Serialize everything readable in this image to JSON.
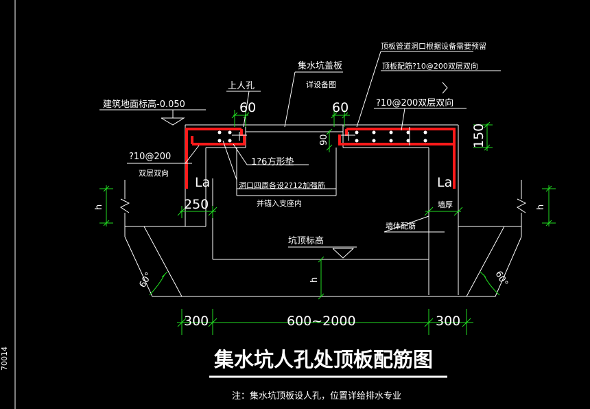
{
  "title": "集水坑人孔处顶板配筋图",
  "note": "注：集水坑顶板设人孔，位置详给排水专业",
  "side_number": "70014",
  "labels": {
    "floor_elev": "建筑地面标高-0.050",
    "manhole": "上人孔",
    "cover_1": "集水坑盖板",
    "cover_2": "详设备图",
    "pipe_note": "顶板管道洞口根据设备需要预留",
    "slab_reinf": "顶板配筋?10@200双层双向",
    "rebar_right": "?10@200双层双向",
    "rebar_left_1": "?10@200",
    "rebar_left_2": "双层双向",
    "square_pad": "1?6方形垫",
    "hole_reinf_1": "洞口四周各设2?12加强筋",
    "hole_reinf_2": "并锚入支座内",
    "la_left": "La",
    "la_right": "La",
    "wall_thk": "墙厚",
    "wall_reinf": "墙体配筋",
    "pit_top_elev": "坑顶标高",
    "h_left": "h",
    "h_right": "h",
    "h_center": "h",
    "angle_left": "60°",
    "angle_right": "60°"
  },
  "dims": {
    "d60_left": "60",
    "d60_right": "60",
    "d90": "90",
    "d150": "150",
    "d250": "250",
    "d300_left": "300",
    "d_span": "600~2000",
    "d300_right": "300"
  },
  "colors": {
    "background": "#000000",
    "rebar": "#ff1a1a",
    "dimension": "#22dd22",
    "line": "#ffffff"
  }
}
